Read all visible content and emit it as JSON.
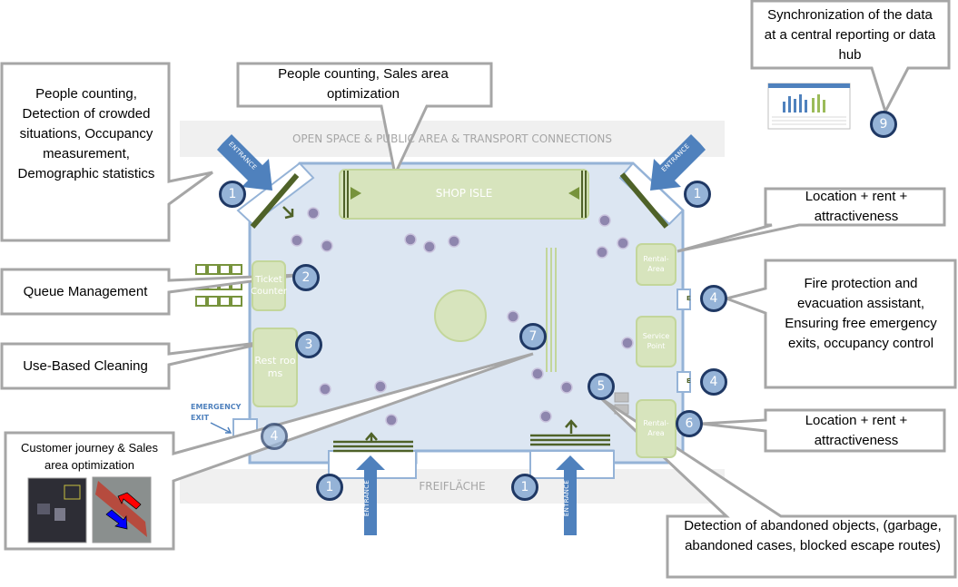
{
  "areas": {
    "top_band": "OPEN SPACE & PUBLIC AREA & TRANSPORT CONNECTIONS",
    "bottom_band": "FREIFLÄCHE",
    "shop_isle": "SHOP ISLE",
    "ticket_counter": "Ticket Counter",
    "restrooms": "Rest roo ms",
    "rental_area_top": "Rental-Area",
    "service_point": "Service Point",
    "rental_area_bottom": "Rental-Area",
    "entrance_label": "ENTRANCE",
    "emergency_exit": "EMERGENCY EXIT",
    "exit_marker": "E"
  },
  "badges": [
    "1",
    "2",
    "3",
    "4",
    "5",
    "6",
    "7",
    "9"
  ],
  "callouts": {
    "people_counting_crowd": "People counting, Detection of crowded situations, Occupancy measurement, Demographic statistics",
    "people_counting_sales": "People counting, Sales area optimization",
    "queue": "Queue Management",
    "cleaning": "Use-Based Cleaning",
    "customer_journey": "Customer journey & Sales area optimization",
    "sync": "Synchronization of the data at a central reporting or data hub",
    "location_top": "Location + rent + attractiveness",
    "fire": "Fire protection and evacuation assistant, Ensuring free emergency exits, occupancy control",
    "location_bottom": "Location + rent + attractiveness",
    "abandoned": "Detection of abandoned objects, (garbage, abandoned cases, blocked escape routes)"
  },
  "colors": {
    "floor": "#dce6f2",
    "floor_border": "#95b3d7",
    "zone": "#d7e4bd",
    "badge": "#95b3d7",
    "badge_border": "#1f3864",
    "arrow": "#4f81bd",
    "door": "#4f6228",
    "person": "#8e86ae",
    "callout_border": "#a6a6a6"
  }
}
